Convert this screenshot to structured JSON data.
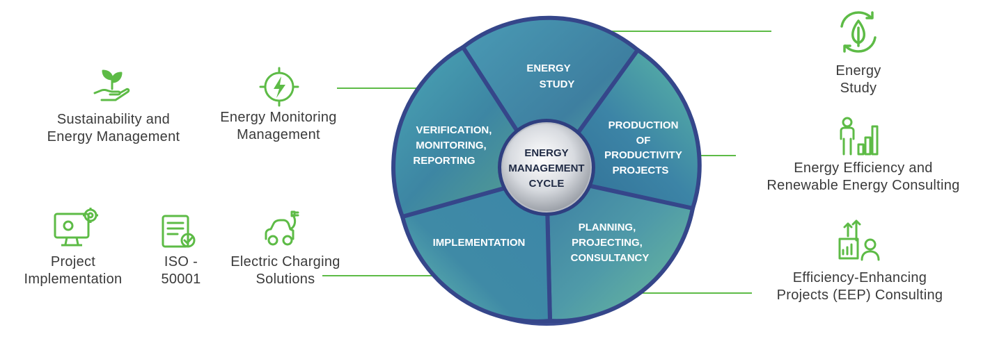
{
  "center": {
    "line1": "ENERGY",
    "line2": "MANAGEMENT",
    "line3": "CYCLE"
  },
  "segments": {
    "energy_study": [
      "ENERGY",
      "STUDY"
    ],
    "production": [
      "PRODUCTION",
      "OF",
      "PRODUCTIVITY",
      "PROJECTS"
    ],
    "planning": [
      "PLANNING,",
      "PROJECTING,",
      "CONSULTANCY"
    ],
    "implementation": [
      "IMPLEMENTATION"
    ],
    "verification": [
      "VERIFICATION,",
      "MONITORING,",
      "REPORTING"
    ]
  },
  "left_items": {
    "sustainability": [
      "Sustainability and",
      "Energy Management"
    ],
    "monitoring": [
      "Energy Monitoring",
      "Management"
    ],
    "project_impl": [
      "Project",
      "Implementation"
    ],
    "iso": [
      "ISO -",
      "50001"
    ],
    "charging": [
      "Electric Charging",
      "Solutions"
    ]
  },
  "right_items": {
    "energy_study": [
      "Energy",
      "Study"
    ],
    "efficiency": [
      "Energy Efficiency and",
      "Renewable Energy Consulting"
    ],
    "eep": [
      "Efficiency-Enhancing",
      "Projects (EEP) Consulting"
    ]
  },
  "icons": {
    "sustainability": "hand-plant-icon",
    "monitoring": "lightning-circle-icon",
    "project_impl": "monitor-gear-icon",
    "iso": "checklist-icon",
    "charging": "electric-car-icon",
    "energy_study": "leaf-recycle-icon",
    "efficiency": "person-bar-chart-icon",
    "eep": "person-growth-chart-icon"
  },
  "colors": {
    "green": "#5dbb46",
    "ring": "#3a4a8f",
    "segment_a": "#3e7fa8",
    "segment_b": "#5fb6a2",
    "text": "#3a3a3a"
  }
}
